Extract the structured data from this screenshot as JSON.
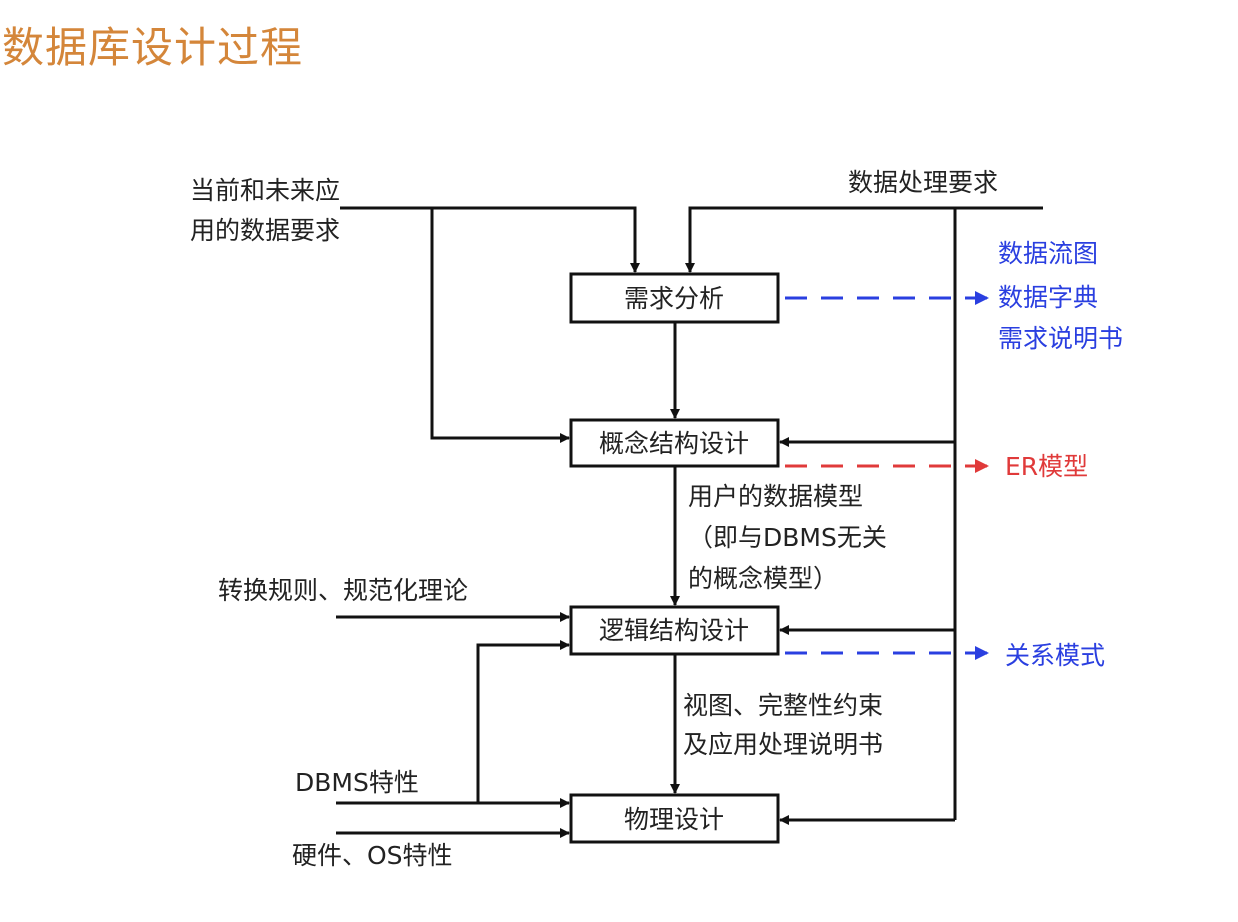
{
  "title": "数据库设计过程",
  "inputs": {
    "current_future_line1": "当前和未来应",
    "current_future_line2": "用的数据要求",
    "processing": "数据处理要求",
    "rules": "转换规则、规范化理论",
    "dbms": "DBMS特性",
    "hardware": "硬件、OS特性"
  },
  "steps": [
    "需求分析",
    "概念结构设计",
    "逻辑结构设计",
    "物理设计"
  ],
  "outputs": {
    "requirements": [
      "数据流图",
      "数据字典",
      "需求说明书"
    ],
    "conceptual": "ER模型",
    "logical": "关系模式"
  },
  "intermediate": {
    "conceptual_line1": "用户的数据模型",
    "conceptual_line2": "（即与DBMS无关",
    "conceptual_line3": "的概念模型）",
    "logical_line1": "视图、完整性约束",
    "logical_line2": "及应用处理说明书"
  },
  "colors": {
    "title": "#d4863a",
    "blue": "#2a3fe0",
    "red": "#e03a3a"
  }
}
